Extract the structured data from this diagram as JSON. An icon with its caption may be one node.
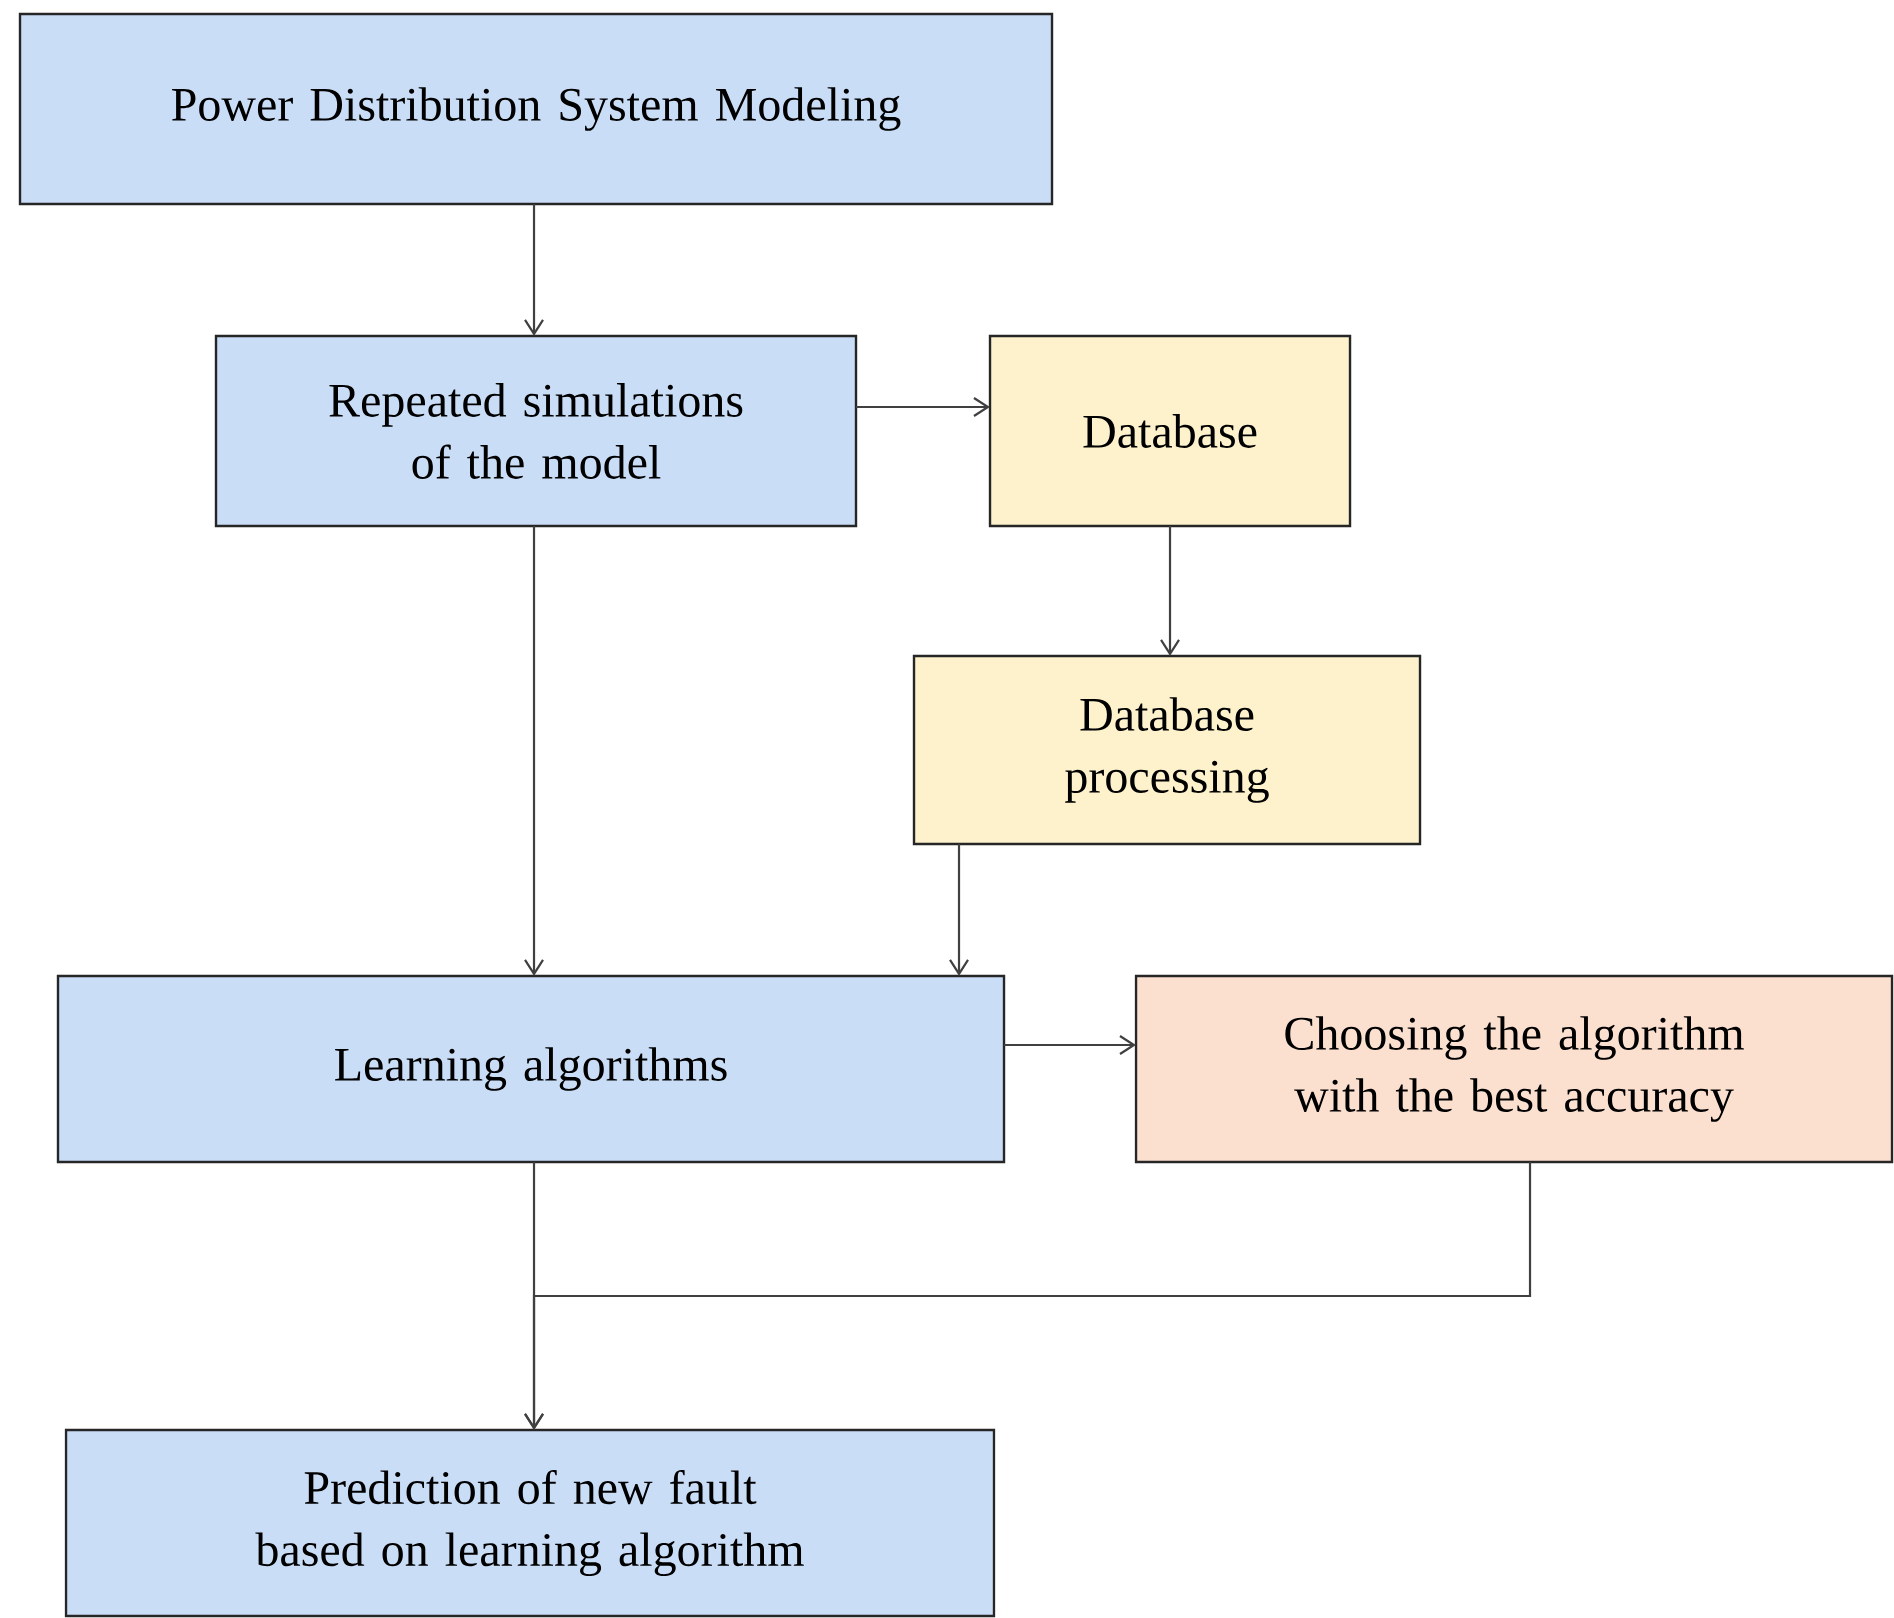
{
  "diagram": {
    "nodes": [
      {
        "text": [
          "Power Distribution System Modeling"
        ]
      },
      {
        "text": [
          "Repeated simulations of the model"
        ]
      },
      {
        "text": [
          "Database"
        ]
      },
      {
        "text": [
          "Database processing"
        ]
      },
      {
        "text": [
          "Learning algorithms"
        ]
      },
      {
        "text": [
          "Choosing the algorithm with the best accuracy"
        ]
      },
      {
        "text": [
          "Prediction of new fault based on learning algorithm"
        ]
      }
    ],
    "edges": [
      {
        "from": 0,
        "to": 1,
        "arrow": "to"
      },
      {
        "from": 1,
        "to": 2,
        "arrow": "to"
      },
      {
        "from": 2,
        "to": 3,
        "arrow": "to"
      },
      {
        "from": 1,
        "to": 4,
        "arrow": "to"
      },
      {
        "from": 3,
        "to": 4,
        "arrow": "to"
      },
      {
        "from": 4,
        "to": 5,
        "arrow": "to"
      },
      {
        "from": 4,
        "to": 6,
        "arrow": "to"
      },
      {
        "from": 5,
        "to": 6,
        "arrow": "to"
      }
    ]
  }
}
